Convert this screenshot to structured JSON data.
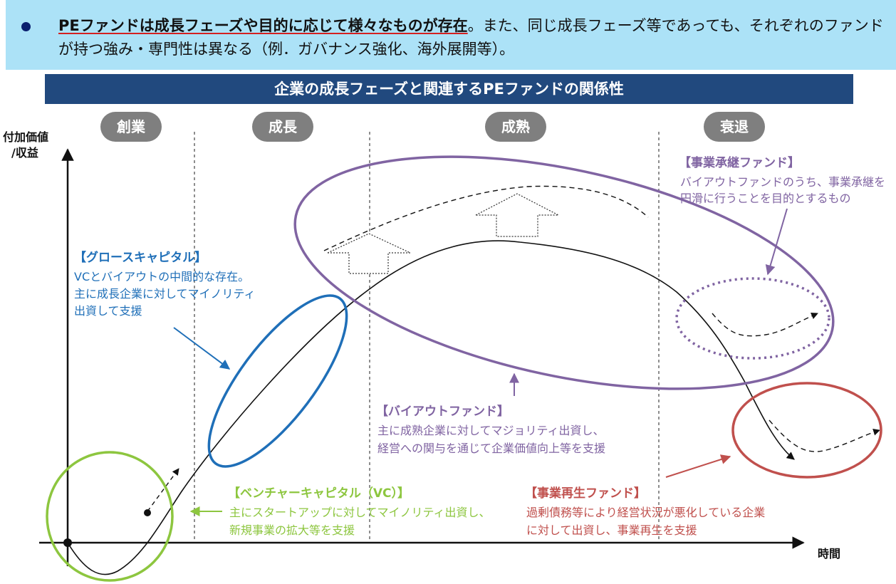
{
  "header": {
    "emphasis": "PEファンドは成長フェーズや目的に応じて様々なものが存在",
    "rest": "。また、同じ成長フェーズ等であっても、それぞれのファンドが持つ強み・専門性は異なる（例．ガバナンス強化、海外展開等）。"
  },
  "title": "企業の成長フェーズと関連するPEファンドの関係性",
  "axes": {
    "y_label_line1": "付加価値",
    "y_label_line2": "/収益",
    "x_label": "時間"
  },
  "phases": [
    "創業",
    "成長",
    "成熟",
    "衰退"
  ],
  "funds": {
    "growth": {
      "title": "【グロースキャピタル】",
      "lines": [
        "VCとバイアウトの中間的な存在。",
        "主に成長企業に対してマイノリティ",
        "出資して支援"
      ]
    },
    "succession": {
      "title": "【事業承継ファンド】",
      "lines": [
        "バイアウトファンドのうち、事業承継を",
        "円滑に行うことを目的とするもの"
      ]
    },
    "buyout": {
      "title": "【バイアウトファンド】",
      "lines": [
        "主に成熟企業に対してマジョリティ出資し、",
        "経営への関与を通じて企業価値向上等を支援"
      ]
    },
    "vc": {
      "title": "【ベンチャーキャピタル（VC）】",
      "lines": [
        "主にスタートアップに対してマイノリティ出資し、",
        "新規事業の拡大等を支援"
      ]
    },
    "revival": {
      "title": "【事業再生ファンド】",
      "lines": [
        "過剰債務等により経営状況が悪化している企業",
        "に対して出資し、事業再生を支援"
      ]
    }
  },
  "colors": {
    "header_band": "#ace2f7",
    "title_bar": "#21497e",
    "phase_pill": "#7f7f7f",
    "growth": "#1f6fb8",
    "buyout": "#8064a2",
    "vc": "#8dc63f",
    "revival": "#c0504d"
  }
}
